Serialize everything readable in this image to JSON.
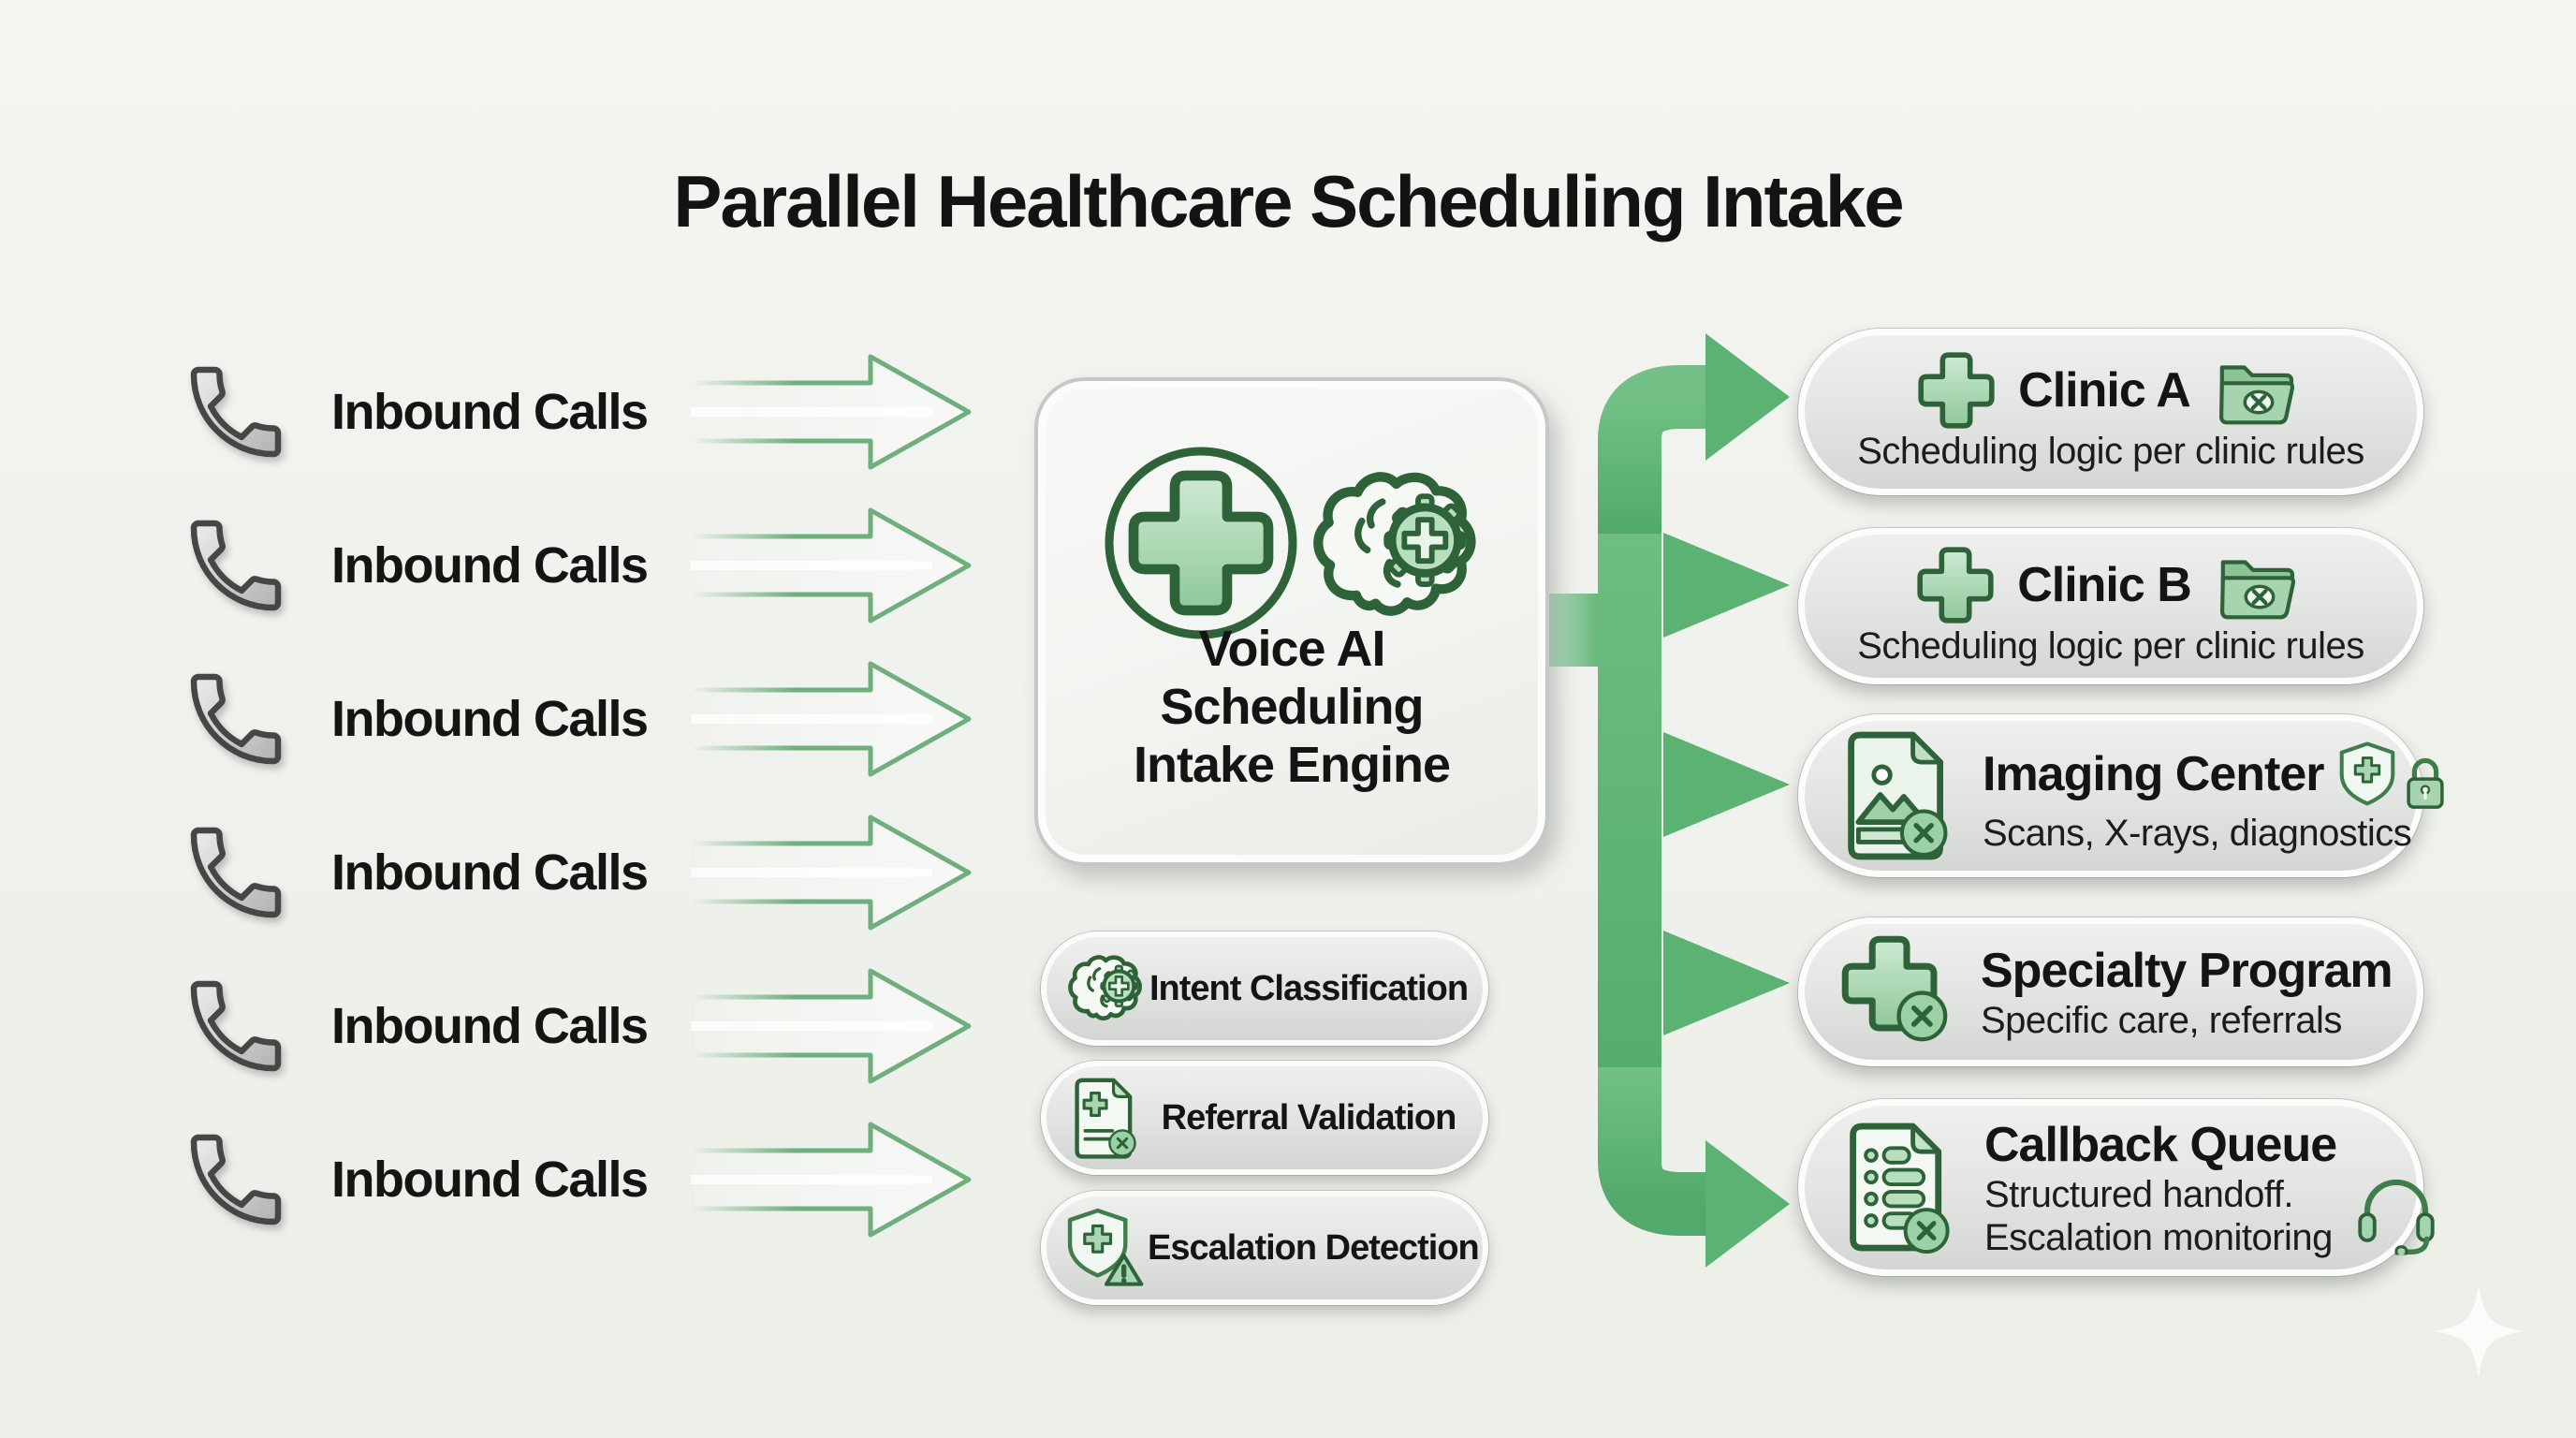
{
  "title": "Parallel Healthcare Scheduling Intake",
  "inbound": {
    "label": "Inbound Calls",
    "count": 6,
    "icon": "phone-icon"
  },
  "engine": {
    "line1": "Voice AI",
    "line2": "Scheduling",
    "line3": "Intake Engine",
    "icon": "medical-cross-brain-icon"
  },
  "capabilities": [
    {
      "label": "Intent Classification",
      "icon": "brain-gear-icon"
    },
    {
      "label": "Referral Validation",
      "icon": "referral-document-x-icon"
    },
    {
      "label": "Escalation Detection",
      "icon": "shield-cross-alert-icon"
    }
  ],
  "destinations": [
    {
      "title": "Clinic A",
      "subtitle": "Scheduling logic per clinic rules",
      "icons": [
        "medical-cross-icon",
        "folder-x-icon"
      ]
    },
    {
      "title": "Clinic B",
      "subtitle": "Scheduling logic per clinic rules",
      "icons": [
        "medical-cross-icon",
        "folder-x-icon"
      ]
    },
    {
      "title": "Imaging Center",
      "subtitle": "Scans, X-rays, diagnostics",
      "icons": [
        "image-document-x-icon",
        "shield-cross-icon",
        "padlock-icon"
      ]
    },
    {
      "title": "Specialty Program",
      "subtitle": "Specific care, referrals",
      "icons": [
        "medical-cross-x-icon"
      ]
    },
    {
      "title": "Callback Queue",
      "subtitle": "Structured handoff.",
      "subtitle2": "Escalation monitoring",
      "icons": [
        "list-document-x-icon",
        "headset-icon"
      ]
    }
  ],
  "colors": {
    "background": "#eff1ec",
    "accent_green": "#5bb273",
    "icon_green_dark": "#2e6239",
    "icon_green_light": "#a9d6b1",
    "text": "#141414"
  }
}
